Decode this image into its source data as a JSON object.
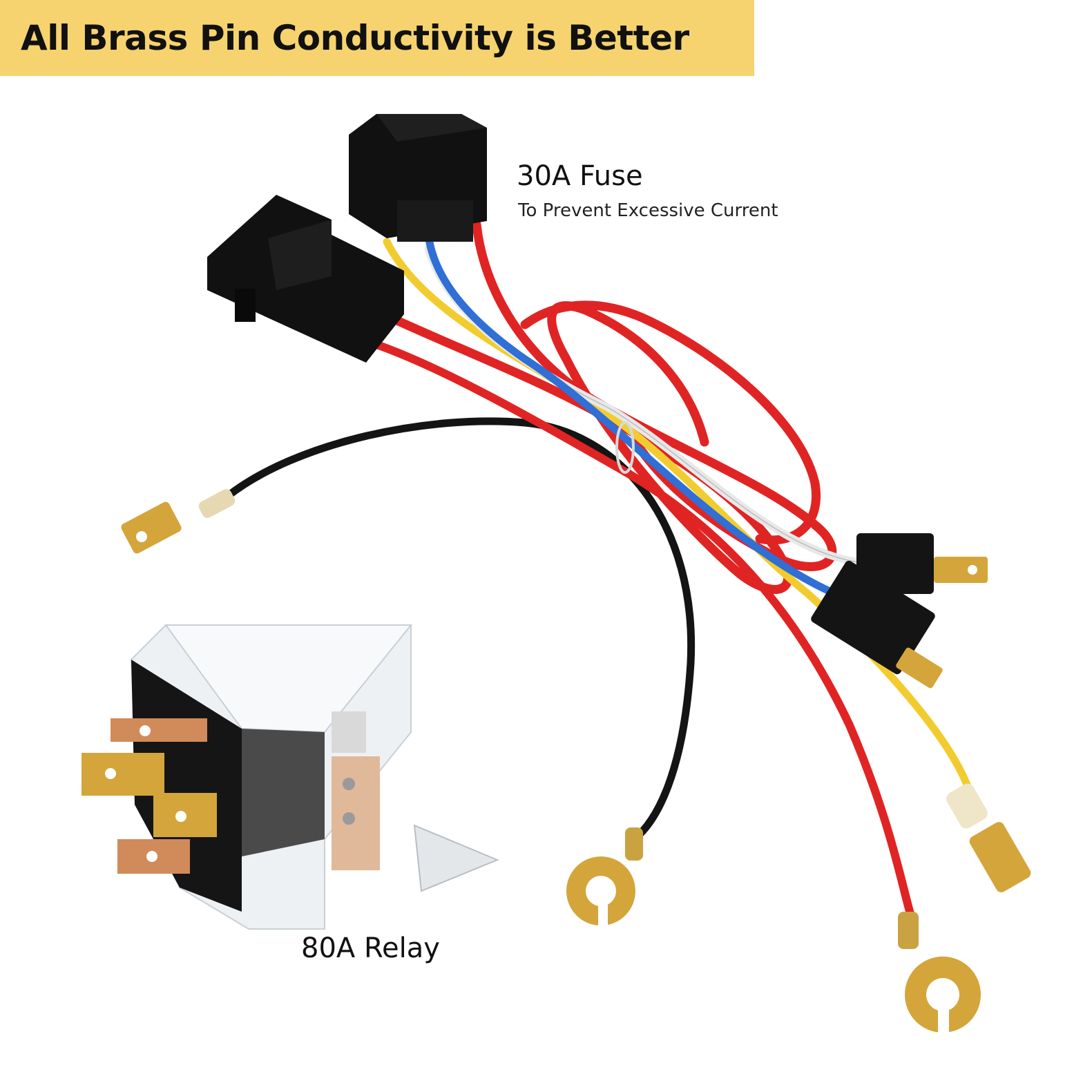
{
  "banner": {
    "headline": "All Brass Pin Conductivity is Better"
  },
  "fuse": {
    "title": "30A Fuse",
    "subtitle": "To Prevent Excessive Current"
  },
  "relay": {
    "label": "80A Relay"
  },
  "colors": {
    "banner": "#f6d36e",
    "wire_red": "#e02424",
    "wire_yellow": "#f2cc2e",
    "wire_blue": "#2f6fd6",
    "wire_white": "#f2f2f2",
    "wire_black": "#141414",
    "brass": "#d4a53a",
    "copper": "#d18a5a"
  },
  "icons": [
    "relay-icon",
    "fuse-holder-icon",
    "relay-socket-icon",
    "ring-terminal-icon",
    "spade-terminal-icon"
  ]
}
